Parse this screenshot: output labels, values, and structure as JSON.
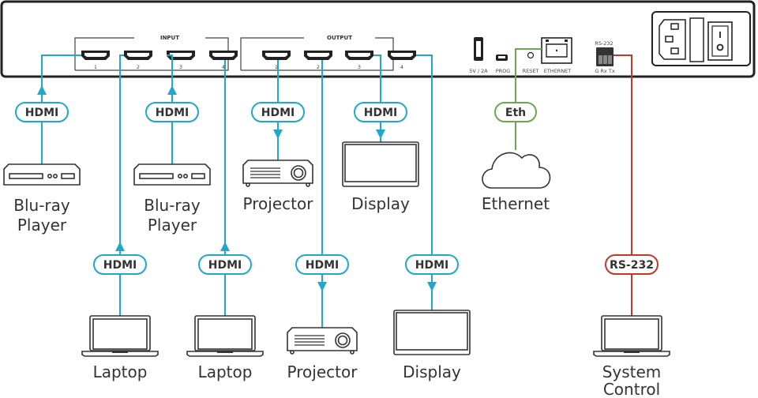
{
  "colors": {
    "hdmi": "#1fa8cc",
    "ethernet": "#6aa84f",
    "rs232": "#c0392b",
    "device": "#333333"
  },
  "unit": {
    "input_section": "INPUT",
    "output_section": "OUTPUT",
    "input_ports": [
      "1",
      "2",
      "3",
      "4"
    ],
    "output_ports": [
      "1",
      "2",
      "3",
      "4"
    ],
    "usb_label": "5V / 2A",
    "prog_label": "PROG",
    "reset_label": "RESET",
    "ethernet_label": "ETHERNET",
    "rs232_label": "RS-232",
    "rs232_pins": "G Rx Tx"
  },
  "connections": [
    {
      "tag": "HDMI",
      "device": "Blu-ray Player",
      "device_lines": [
        "Blu-ray",
        "Player"
      ],
      "port": "INPUT 1"
    },
    {
      "tag": "HDMI",
      "device": "Laptop",
      "device_lines": [
        "Laptop"
      ],
      "port": "INPUT 2"
    },
    {
      "tag": "HDMI",
      "device": "Blu-ray Player",
      "device_lines": [
        "Blu-ray",
        "Player"
      ],
      "port": "INPUT 3"
    },
    {
      "tag": "HDMI",
      "device": "Laptop",
      "device_lines": [
        "Laptop"
      ],
      "port": "INPUT 4"
    },
    {
      "tag": "HDMI",
      "device": "Projector",
      "device_lines": [
        "Projector"
      ],
      "port": "OUTPUT 1"
    },
    {
      "tag": "HDMI",
      "device": "Projector",
      "device_lines": [
        "Projector"
      ],
      "port": "OUTPUT 2"
    },
    {
      "tag": "HDMI",
      "device": "Display",
      "device_lines": [
        "Display"
      ],
      "port": "OUTPUT 3"
    },
    {
      "tag": "HDMI",
      "device": "Display",
      "device_lines": [
        "Display"
      ],
      "port": "OUTPUT 4"
    },
    {
      "tag": "Eth",
      "device": "Ethernet",
      "device_lines": [
        "Ethernet"
      ],
      "port": "ETHERNET"
    },
    {
      "tag": "RS-232",
      "device": "System Control",
      "device_lines": [
        "System",
        "Control"
      ],
      "port": "RS-232"
    }
  ]
}
